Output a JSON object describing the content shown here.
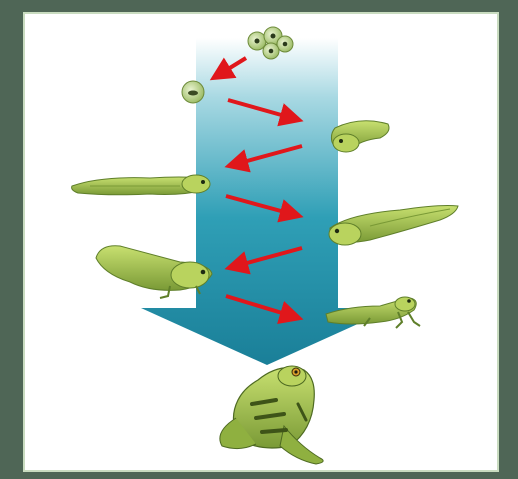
{
  "figure": {
    "stages": [
      {
        "name": "eggs-stage"
      },
      {
        "name": "embryo-stage"
      },
      {
        "name": "hatchling-tadpole-stage"
      },
      {
        "name": "tadpole-stage"
      },
      {
        "name": "tadpole-with-hind-legs-stage"
      },
      {
        "name": "tadpole-with-four-legs-stage"
      },
      {
        "name": "froglet-stage"
      },
      {
        "name": "adult-frog-stage"
      }
    ],
    "colors": {
      "background": "#4f6656",
      "panel": "#ffffff",
      "panel_border": "#c9dcc0",
      "flow_arrow_top": "#ffffff",
      "flow_arrow_bottom": "#1f8fa6",
      "step_arrows": "#e0171b",
      "creature_fill": "#a8c84a",
      "creature_dark": "#5f7f2a"
    }
  }
}
